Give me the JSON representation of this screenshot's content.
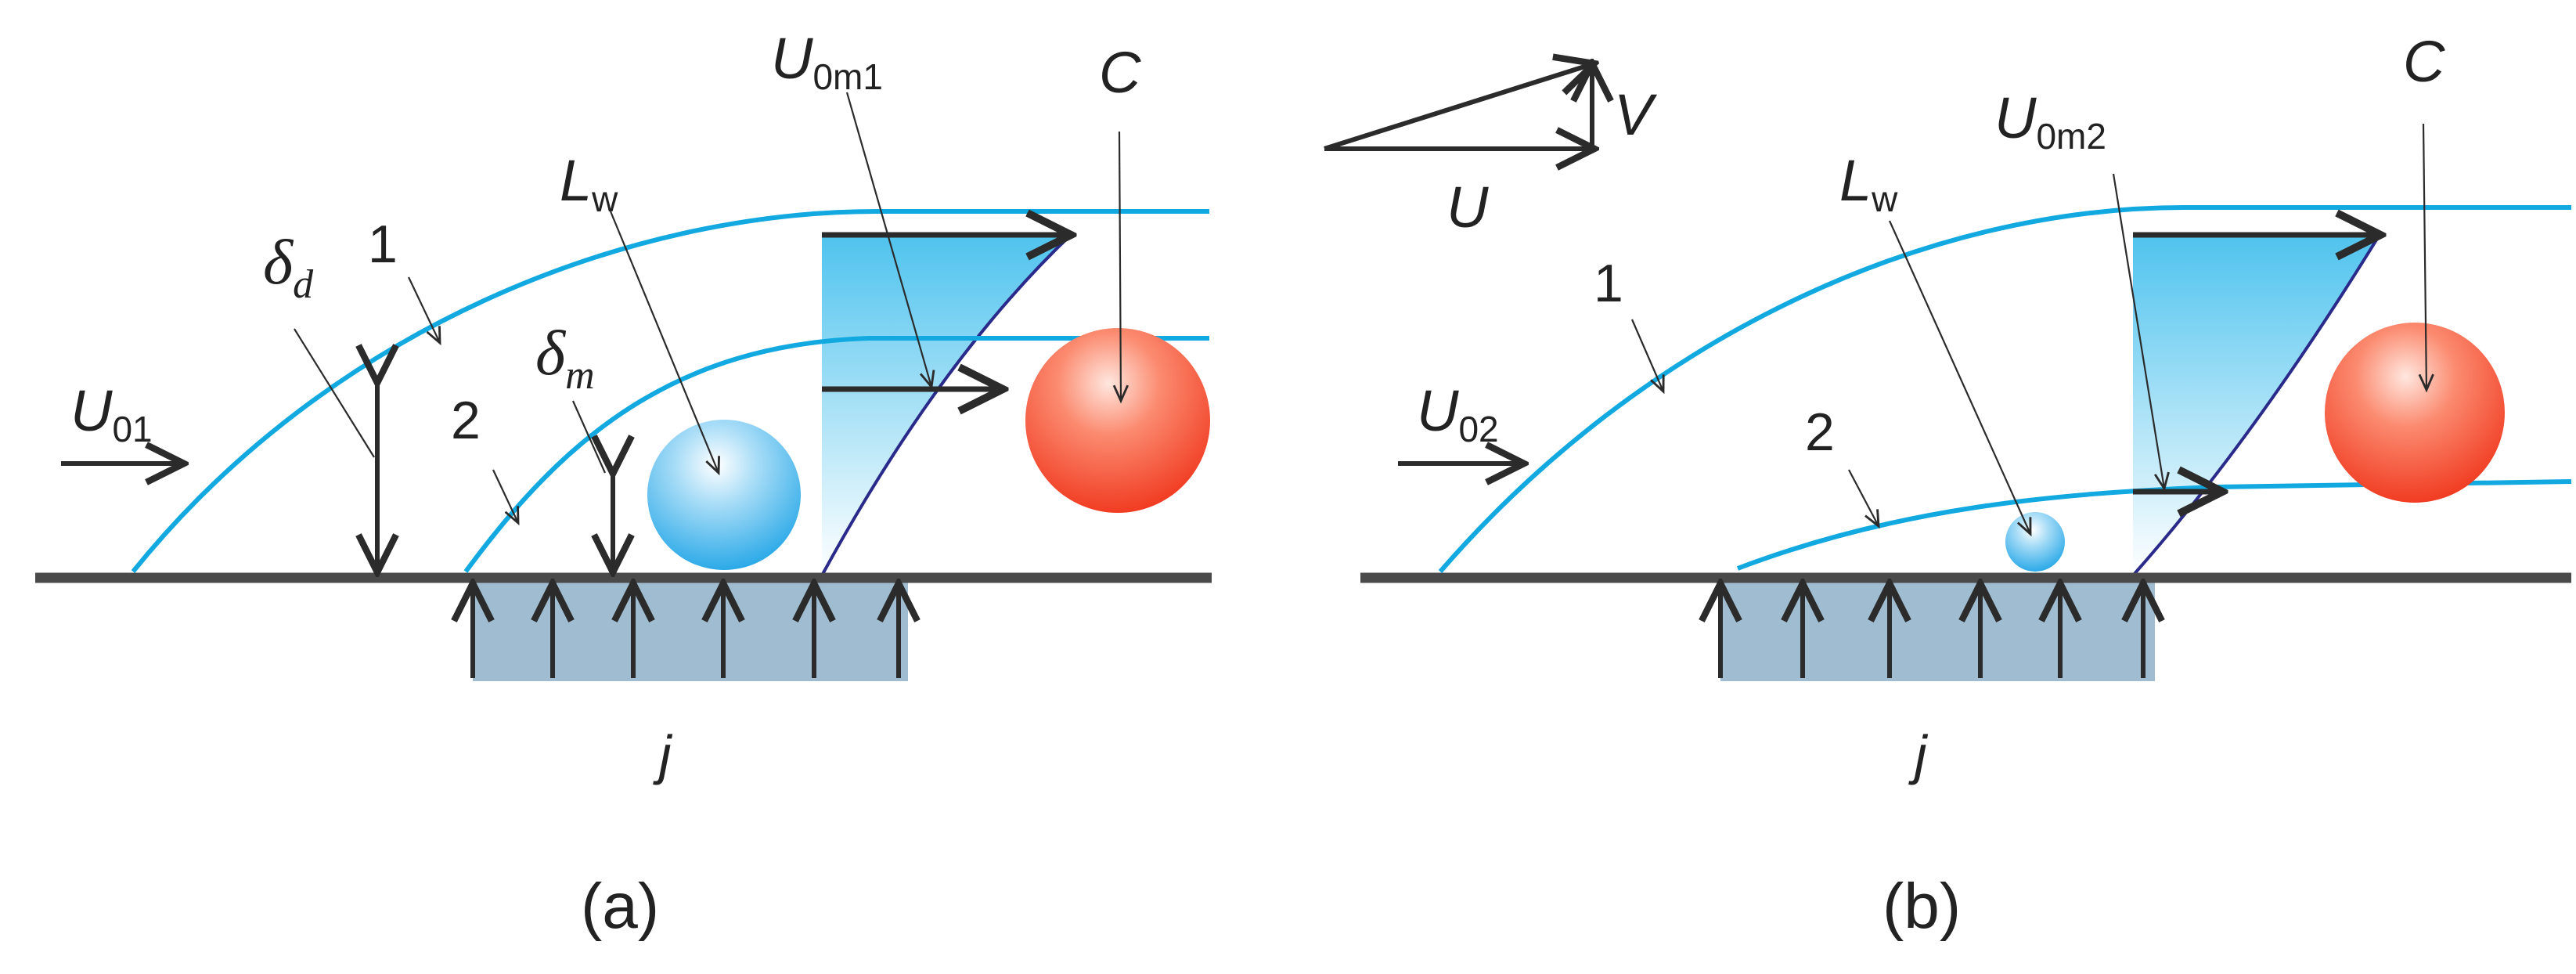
{
  "colors": {
    "boundary_layer": "#12a9e0",
    "wall": "#4a4a4a",
    "arrow": "#2b2b2b",
    "profile_line": "#2a2a8a",
    "injection_zone": "#9fbcd0",
    "small_scale": "#3aa6e8",
    "large_scale": "#f03a22"
  },
  "panel_a": {
    "caption": "(a)",
    "inflow": {
      "symbol": "U",
      "sub": "01"
    },
    "curve1_label": "1",
    "curve2_label": "2",
    "delta_d": {
      "symbol": "δ",
      "sub": "d"
    },
    "delta_m": {
      "symbol": "δ",
      "sub": "m"
    },
    "Lw": {
      "symbol": "L",
      "sub": "w"
    },
    "U0m": {
      "symbol": "U",
      "sub": "0m1"
    },
    "C": "C",
    "j": "j"
  },
  "panel_b": {
    "caption": "(b)",
    "inflow": {
      "symbol": "U",
      "sub": "02"
    },
    "curve1_label": "1",
    "curve2_label": "2",
    "Lw": {
      "symbol": "L",
      "sub": "w"
    },
    "U0m": {
      "symbol": "U",
      "sub": "0m2"
    },
    "C": "C",
    "j": "j",
    "vector_triangle": {
      "V": "V",
      "U": "U"
    }
  }
}
